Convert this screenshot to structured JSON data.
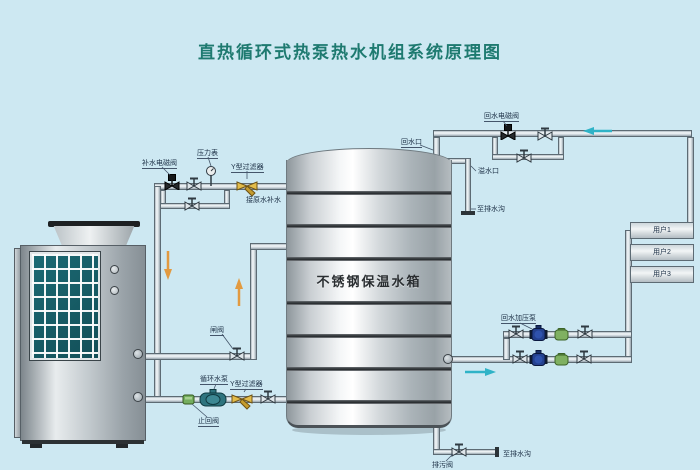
{
  "title": "直热循环式热泵热水机组系统原理图",
  "tank_label": "不锈钢保温水箱",
  "labels": {
    "makeup_solenoid": "补水电磁阀",
    "pressure_gauge": "压力表",
    "y_filter_top": "Y型过滤器",
    "raw_water_inlet": "接原水补水",
    "return_solenoid": "回水电磁阀",
    "return_port": "回水口",
    "overflow_port": "溢水口",
    "overflow_to_drain": "至排水沟",
    "gate_valve": "闸阀",
    "circulation_pump": "循环水泵",
    "y_filter_bottom": "Y型过滤器",
    "check_valve": "止回阀",
    "booster_pump": "回水加压泵",
    "drain_to_ditch": "至排水沟",
    "blowdown_valve": "排污阀"
  },
  "users": [
    {
      "label": "用户1"
    },
    {
      "label": "用户2"
    },
    {
      "label": "用户3"
    }
  ],
  "colors": {
    "background": "#cde8f2",
    "title": "#1e7a70",
    "pipe_outline": "#5d6b74",
    "flow_arrow_teal": "#2fb3c7",
    "flow_arrow_orange": "#e29a40",
    "coil_teal": "#19646e",
    "filter_yellow": "#d9b13e",
    "pump_navy": "#24418f",
    "pump_green": "#7fb061",
    "label_text": "#1c2f45"
  }
}
